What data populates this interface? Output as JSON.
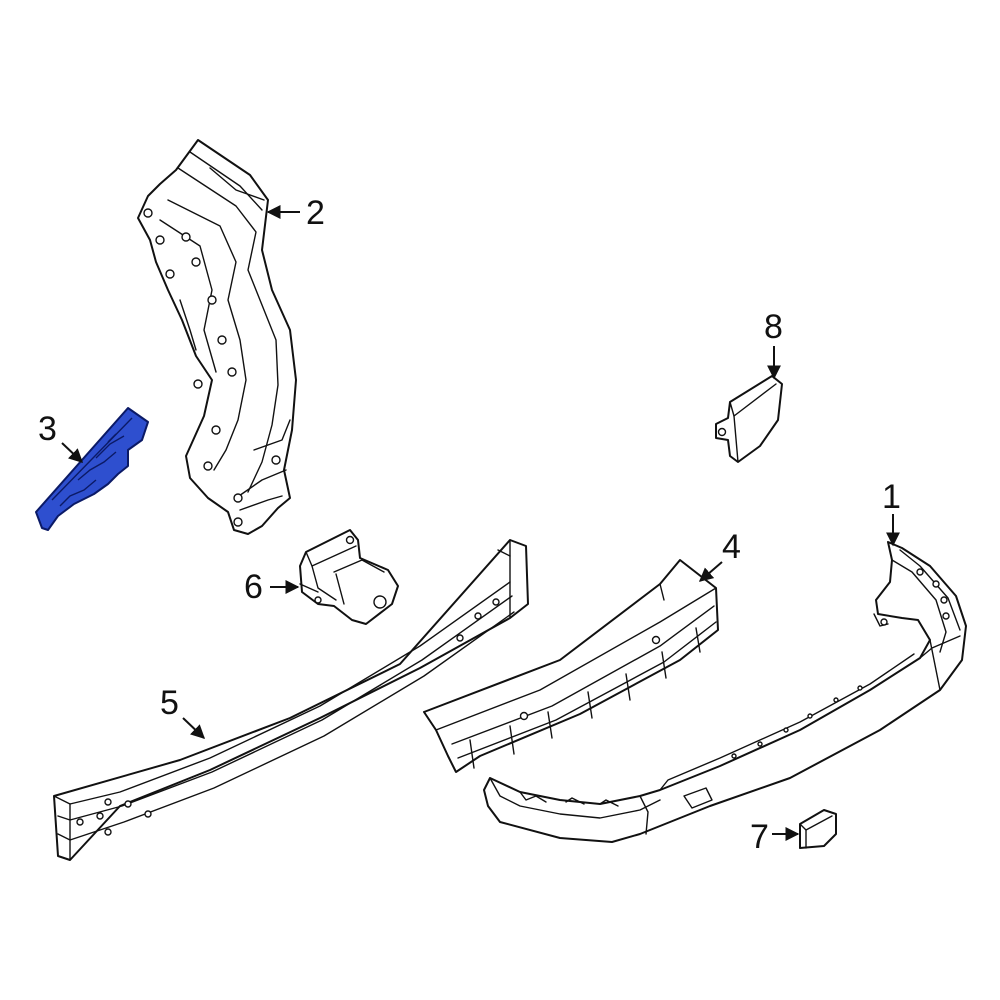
{
  "colors": {
    "background": "#ffffff",
    "line": "#111111",
    "highlight": "#2e4fcf"
  },
  "highlighted_part": "3",
  "callouts": [
    {
      "id": "c1",
      "label": "1",
      "part": "bumper-cover"
    },
    {
      "id": "c2",
      "label": "2",
      "part": "wheelhouse-panel"
    },
    {
      "id": "c3",
      "label": "3",
      "part": "side-bracket"
    },
    {
      "id": "c4",
      "label": "4",
      "part": "energy-absorber"
    },
    {
      "id": "c5",
      "label": "5",
      "part": "impact-bar"
    },
    {
      "id": "c6",
      "label": "6",
      "part": "mount-bracket"
    },
    {
      "id": "c7",
      "label": "7",
      "part": "tow-eye-cap"
    },
    {
      "id": "c8",
      "label": "8",
      "part": "reflector-bracket"
    }
  ]
}
